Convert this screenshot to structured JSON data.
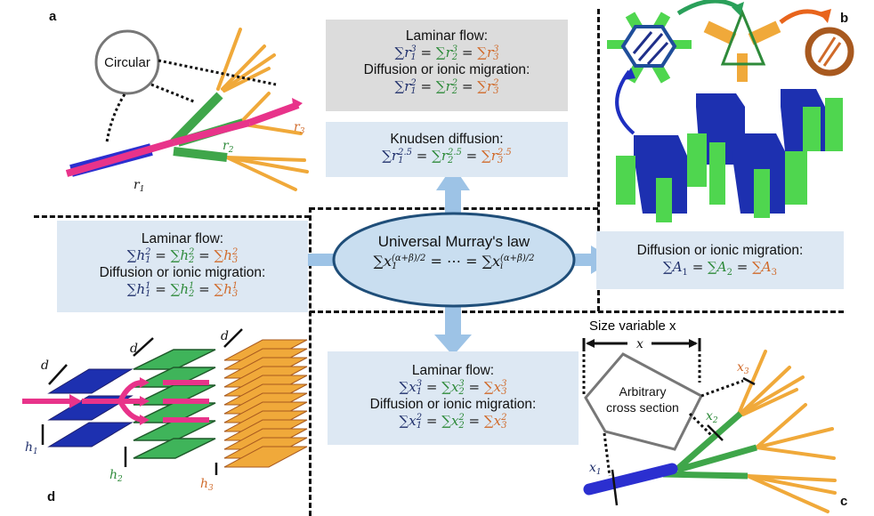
{
  "panels": {
    "a": {
      "label": "a",
      "section_shape": "Circular",
      "variables": [
        "r1",
        "r2",
        "r3"
      ],
      "var_labels": {
        "r1": "r",
        "r2": "r",
        "r3": "r"
      },
      "subs": [
        "1",
        "2",
        "3"
      ]
    },
    "b": {
      "label": "b",
      "variables": [
        "A1",
        "A2",
        "A3"
      ],
      "var_letter": "A",
      "subs": [
        "1",
        "2",
        "3"
      ]
    },
    "c": {
      "label": "c",
      "size_variable_title": "Size variable x",
      "x_label": "x",
      "section_shape": "Arbitrary cross section",
      "section_line1": "Arbitrary",
      "section_line2": "cross section",
      "var_letter": "x",
      "subs": [
        "1",
        "2",
        "3"
      ]
    },
    "d": {
      "label": "d",
      "width_label": "d",
      "var_letter": "h",
      "subs": [
        "1",
        "2",
        "3"
      ]
    }
  },
  "center": {
    "title": "Universal Murray's law",
    "lhs_var": "x",
    "lhs_sub": "1",
    "exponent": "(α+β)/2",
    "middle": " = ⋯ = ",
    "rhs_var": "x",
    "rhs_sub": "i",
    "sum": "∑"
  },
  "boxes": {
    "top_gray": {
      "line1": "Laminar flow:",
      "eq1": {
        "var": "r",
        "exp": "3"
      },
      "line2": "Diffusion or ionic migration:",
      "eq2": {
        "var": "r",
        "exp": "2"
      }
    },
    "top_knudsen": {
      "line1": "Knudsen diffusion:",
      "eq1": {
        "var": "r",
        "exp": "2.5"
      }
    },
    "left": {
      "line1": "Laminar flow:",
      "eq1": {
        "var": "h",
        "exp": "2"
      },
      "line2": "Diffusion or ionic migration:",
      "eq2": {
        "var": "h",
        "exp": "1"
      }
    },
    "right": {
      "line1": "Diffusion or ionic migration:",
      "eq1": {
        "var": "A",
        "exp": ""
      }
    },
    "bottom": {
      "line1": "Laminar flow:",
      "eq1": {
        "var": "x",
        "exp": "3"
      },
      "line2": "Diffusion or ionic migration:",
      "eq2": {
        "var": "x",
        "exp": "2"
      }
    }
  },
  "symbols": {
    "sum": "∑",
    "eq": " = ",
    "sub1": "1",
    "sub2": "2",
    "sub3": "3"
  },
  "colors": {
    "level1": "#1f2f6b",
    "level2": "#2e8a3a",
    "level3": "#d06a2a",
    "box_bg": "#dde8f3",
    "box_gray": "#dcdcdc",
    "arrow": "#9dc3e6",
    "ellipse_fill": "#c9def0",
    "ellipse_stroke": "#1f4e79",
    "flow": "#e8338a",
    "tube_blue": "#2b2fd0",
    "tube_green": "#3fa64a",
    "tube_orange": "#f0a93a"
  }
}
